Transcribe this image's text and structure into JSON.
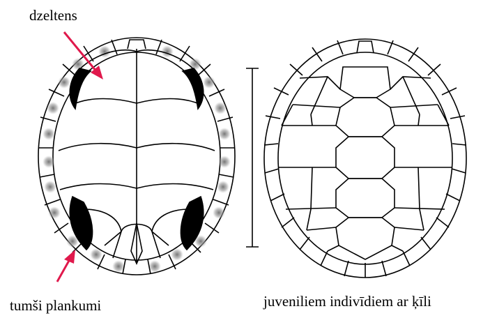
{
  "labels": {
    "top_left": "dzeltens",
    "bottom_left": "tumši plankumi",
    "bottom_right": "juveniliem indivīdiem ar ķīli"
  },
  "colors": {
    "arrow": "#e0194c",
    "outline": "#000000",
    "spot": "#7a7a7a"
  }
}
